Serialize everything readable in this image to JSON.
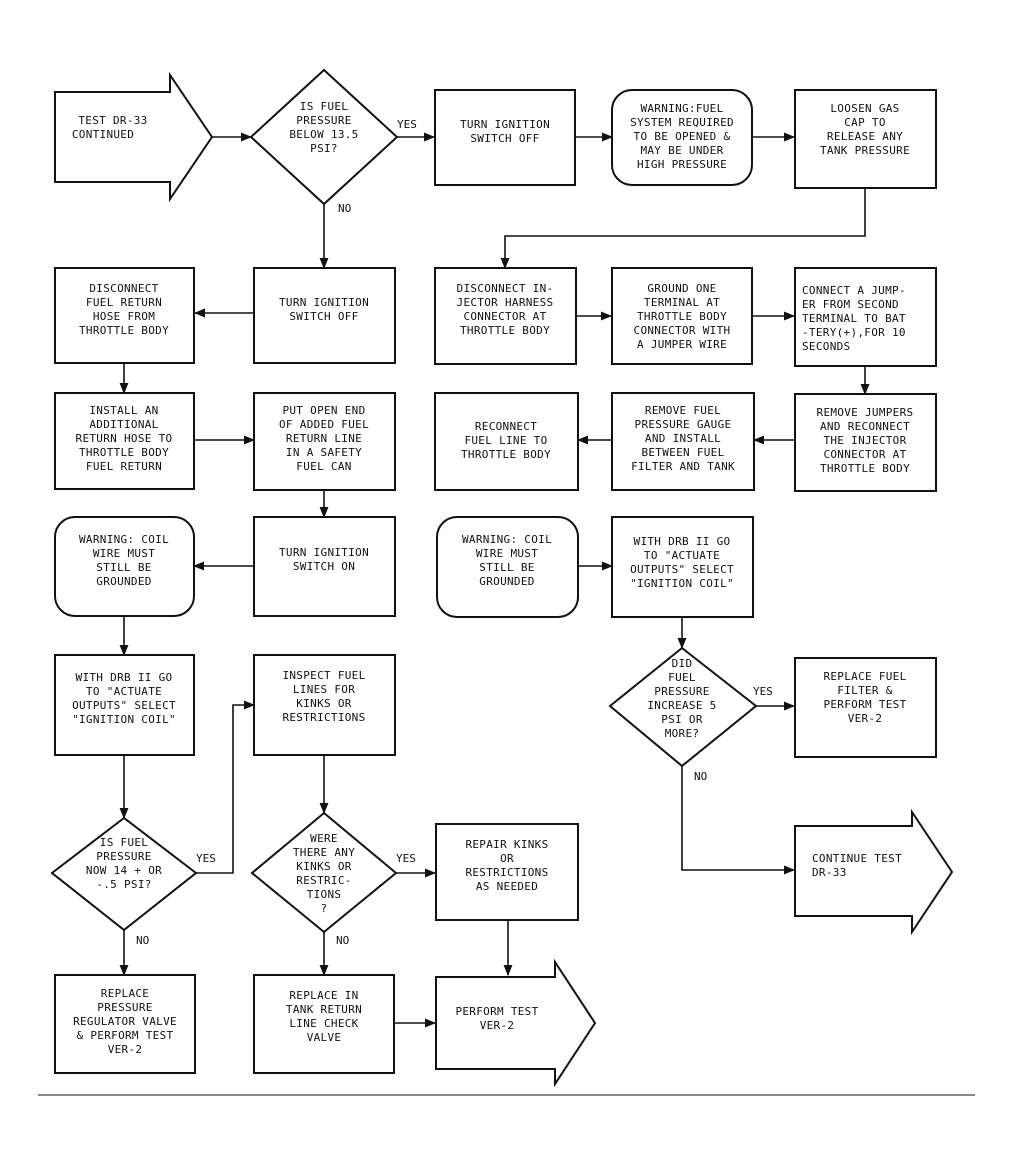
{
  "nodes": {
    "test_dr33_continued": [
      "TEST DR-33",
      "CONTINUED"
    ],
    "q_below_13_5": [
      "IS FUEL",
      "PRESSURE",
      "BELOW 13.5",
      "PSI?"
    ],
    "turn_ign_off_1": [
      "TURN IGNITION",
      "SWITCH OFF"
    ],
    "warning_fuel_system": [
      "WARNING:FUEL",
      "SYSTEM REQUIRED",
      "TO BE OPENED &",
      "MAY BE UNDER",
      "HIGH PRESSURE"
    ],
    "loosen_gas_cap": [
      "LOOSEN GAS",
      "CAP TO",
      "RELEASE ANY",
      "TANK PRESSURE"
    ],
    "disconnect_return_hose": [
      "DISCONNECT",
      "FUEL RETURN",
      "HOSE FROM",
      "THROTTLE BODY"
    ],
    "turn_ign_off_2": [
      "TURN IGNITION",
      "SWITCH OFF"
    ],
    "disconnect_injector": [
      "DISCONNECT IN-",
      "JECTOR HARNESS",
      "CONNECTOR AT",
      "THROTTLE BODY"
    ],
    "ground_one_terminal": [
      "GROUND ONE",
      "TERMINAL AT",
      "THROTTLE BODY",
      "CONNECTOR WITH",
      "A JUMPER WIRE"
    ],
    "connect_jumper": [
      "CONNECT A JUMP-",
      "ER FROM SECOND",
      "TERMINAL TO BAT",
      "-TERY(+),FOR 10",
      "SECONDS"
    ],
    "install_return_hose": [
      "INSTALL AN",
      "ADDITIONAL",
      "RETURN HOSE TO",
      "THROTTLE BODY",
      "FUEL RETURN"
    ],
    "put_open_end": [
      "PUT OPEN END",
      "OF ADDED FUEL",
      "RETURN LINE",
      "IN A SAFETY",
      "FUEL CAN"
    ],
    "reconnect_fuel_line": [
      "RECONNECT",
      "FUEL LINE TO",
      "THROTTLE BODY"
    ],
    "remove_gauge": [
      "REMOVE FUEL",
      "PRESSURE GAUGE",
      "AND INSTALL",
      "BETWEEN FUEL",
      "FILTER AND TANK"
    ],
    "remove_jumpers": [
      "REMOVE JUMPERS",
      "AND RECONNECT",
      "THE INJECTOR",
      "CONNECTOR AT",
      "THROTTLE BODY"
    ],
    "warning_coil_left": [
      "WARNING: COIL",
      "WIRE MUST",
      "STILL BE",
      "GROUNDED"
    ],
    "turn_ign_on": [
      "TURN IGNITION",
      "SWITCH ON"
    ],
    "warning_coil_mid": [
      "WARNING: COIL",
      "WIRE MUST",
      "STILL BE",
      "GROUNDED"
    ],
    "drb_actuate_right": [
      "WITH DRB II GO",
      "TO \"ACTUATE",
      "OUTPUTS\" SELECT",
      "\"IGNITION COIL\""
    ],
    "drb_actuate_left": [
      "WITH DRB II GO",
      "TO \"ACTUATE",
      "OUTPUTS\" SELECT",
      "\"IGNITION COIL\""
    ],
    "inspect_fuel_lines": [
      "INSPECT FUEL",
      "LINES FOR",
      "KINKS OR",
      "RESTRICTIONS"
    ],
    "q_increase_5": [
      "DID",
      "FUEL",
      "PRESSURE",
      "INCREASE 5",
      "PSI OR",
      "MORE?"
    ],
    "replace_filter": [
      "REPLACE FUEL",
      "FILTER &",
      "PERFORM TEST",
      "VER-2"
    ],
    "q_now_14": [
      "IS FUEL",
      "PRESSURE",
      "NOW 14 + OR",
      "-.5 PSI?"
    ],
    "q_kinks": [
      "WERE",
      "THERE ANY",
      "KINKS OR",
      "RESTRIC-",
      "TIONS",
      "?"
    ],
    "repair_kinks": [
      "REPAIR KINKS",
      "OR",
      "RESTRICTIONS",
      "AS NEEDED"
    ],
    "continue_dr33": [
      "CONTINUE TEST",
      "DR-33"
    ],
    "replace_regulator": [
      "REPLACE",
      "PRESSURE",
      "REGULATOR VALVE",
      "& PERFORM TEST",
      "VER-2"
    ],
    "replace_check_valve": [
      "REPLACE IN",
      "TANK RETURN",
      "LINE CHECK",
      "VALVE"
    ],
    "perform_ver2": [
      "PERFORM TEST",
      "VER-2"
    ]
  },
  "answers": {
    "yes": "YES",
    "no": "NO"
  }
}
